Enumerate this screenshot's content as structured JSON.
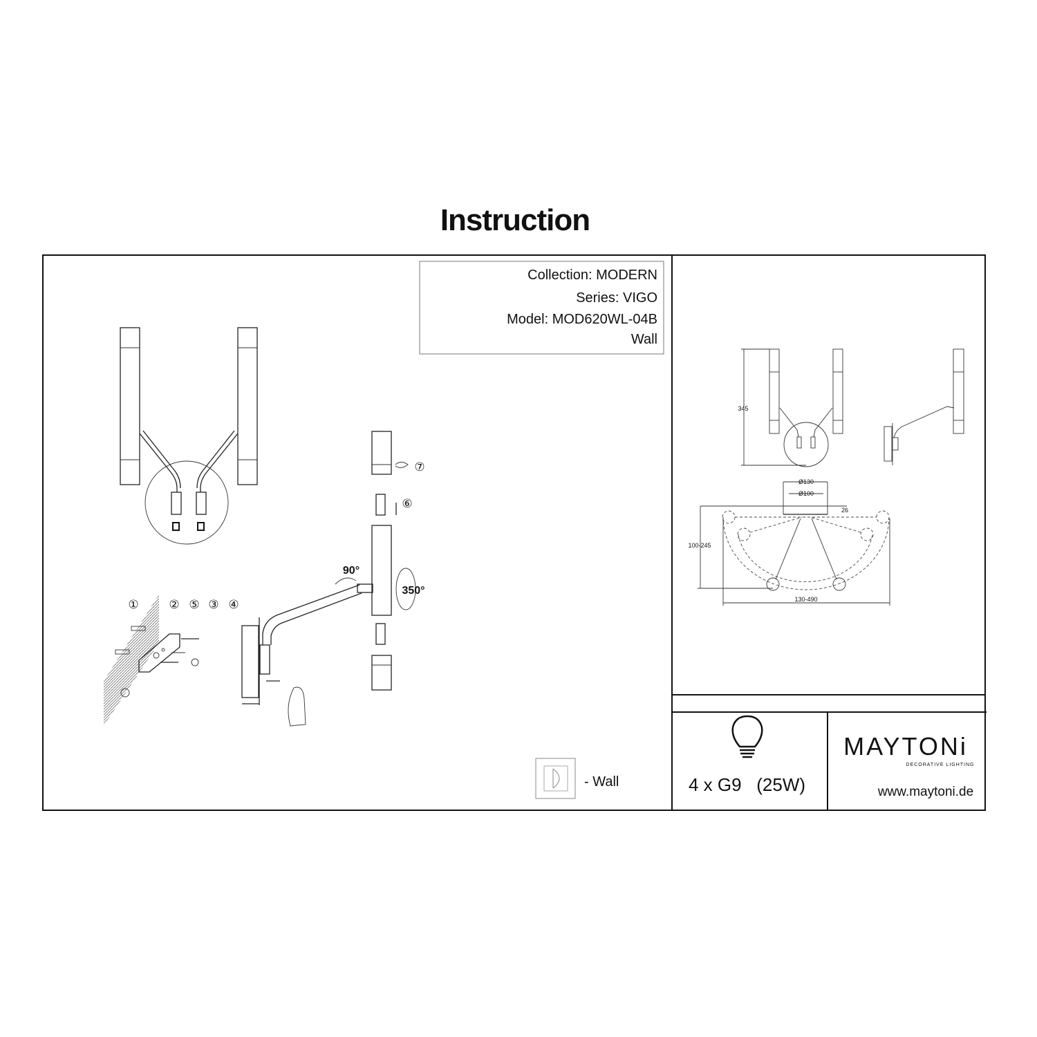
{
  "title": "Instruction",
  "product_info": {
    "collection": "Collection: MODERN",
    "series": "Series: VIGO",
    "model": "Model: MOD620WL-04B",
    "mount": "Wall"
  },
  "assembly": {
    "angle_arm": "90°",
    "angle_rotate": "350°",
    "steps": [
      "①",
      "②",
      "⑤",
      "③",
      "④",
      "⑥",
      "⑦"
    ]
  },
  "mount_legend": {
    "icon": "wall-mount-icon",
    "label": "- Wall"
  },
  "dimensions": {
    "height": "345",
    "outer_diameter": "Ø130",
    "inner_diameter": "Ø100",
    "depth": "26",
    "reach": "100-245",
    "width": "130-490"
  },
  "lamp": {
    "icon": "light-bulb-icon",
    "spec": "4 x G9   (25W)"
  },
  "brand": {
    "name": "MAYTONi",
    "tagline": "DECORATIVE LIGHTING",
    "website": "www.maytoni.de"
  }
}
